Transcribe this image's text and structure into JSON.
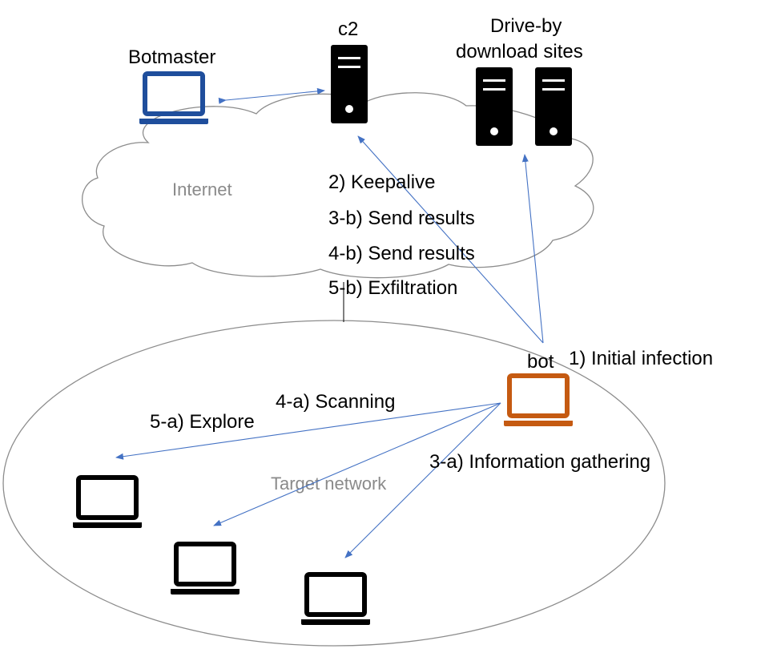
{
  "nodes": {
    "botmaster": "Botmaster",
    "c2": "c2",
    "drive_by_line1": "Drive-by",
    "drive_by_line2": "download sites",
    "bot": "bot"
  },
  "regions": {
    "internet": "Internet",
    "target_network": "Target network"
  },
  "steps": {
    "s1": "1) Initial infection",
    "s2": "2) Keepalive",
    "s3b": "3-b) Send results",
    "s4b": "4-b) Send results",
    "s5b": "5-b) Exfiltration",
    "s3a": "3-a) Information gathering",
    "s4a": "4-a) Scanning",
    "s5a": "5-a) Explore"
  },
  "colors": {
    "arrow": "#4472C4",
    "botmaster_laptop": "#1F4E9C",
    "bot_laptop": "#C55A11",
    "target_laptop": "#000000",
    "outline": "#8c8c8c"
  },
  "icons": {
    "botmaster": "laptop-icon",
    "c2": "server-icon",
    "drive_by": "server-icon",
    "bot": "laptop-icon",
    "targets": "laptop-icon"
  }
}
